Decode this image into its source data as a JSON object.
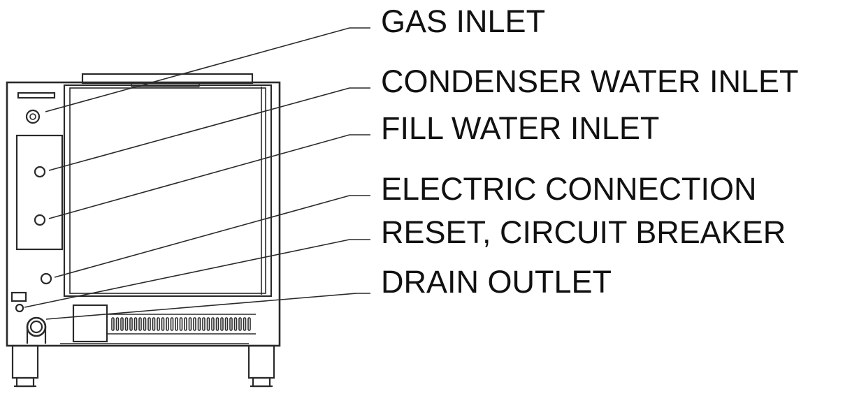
{
  "diagram": {
    "callouts": [
      {
        "label": "GAS INLET"
      },
      {
        "label": "CONDENSER WATER INLET"
      },
      {
        "label": "FILL WATER INLET"
      },
      {
        "label": "ELECTRIC CONNECTION"
      },
      {
        "label": "RESET, CIRCUIT BREAKER"
      },
      {
        "label": "DRAIN OUTLET"
      }
    ],
    "line_color": "#2a2a2a",
    "text_color": "#111111",
    "background": "#ffffff"
  }
}
